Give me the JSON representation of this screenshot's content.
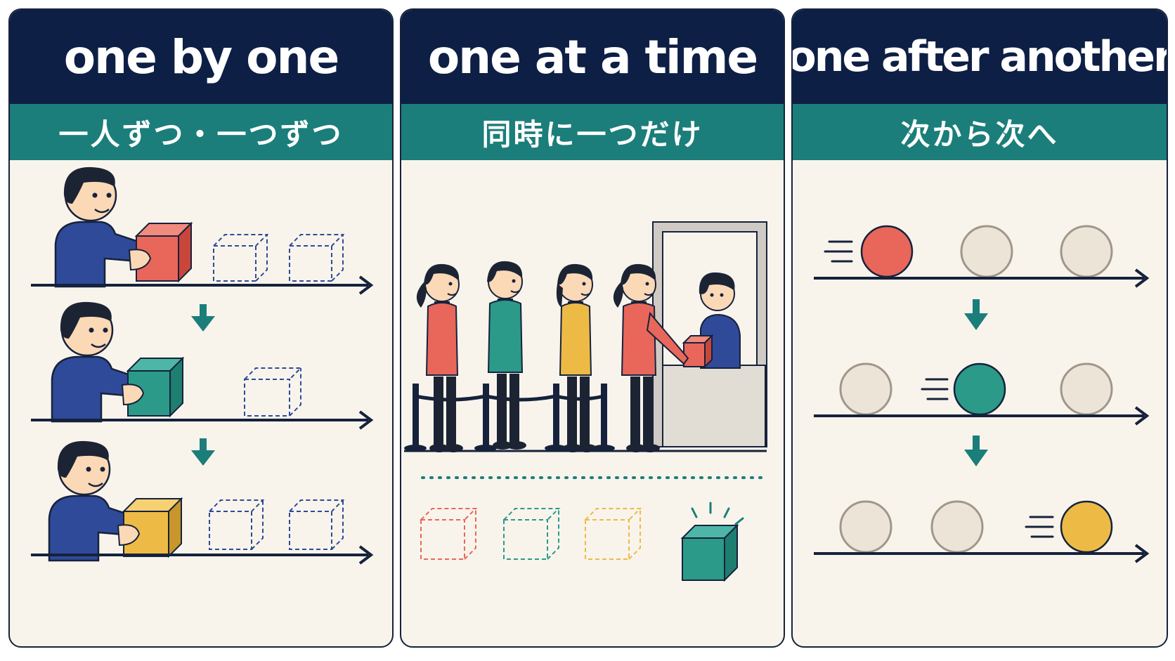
{
  "panels": [
    {
      "title": "one by one",
      "subtitle": "一人ずつ・一つずつ"
    },
    {
      "title": "one at a time",
      "subtitle": "同時に一つだけ"
    },
    {
      "title": "one after another",
      "subtitle": "次から次へ"
    }
  ],
  "colors": {
    "navy": "#0e1f45",
    "teal": "#1b7e7a",
    "panel_bg": "#f8f4ec",
    "red": "#e8675a",
    "green": "#2b9a88",
    "yellow": "#edbb45",
    "blue_shirt": "#2f4a98",
    "skin": "#fbd9b6",
    "hair": "#1c2434",
    "beige_ball": "#ece4d6"
  },
  "icons": [
    "person-icon",
    "box-icon",
    "dashed-box-icon",
    "down-arrow-icon",
    "ball-icon",
    "speed-lines-icon",
    "queue-barrier-icon",
    "service-window-icon"
  ]
}
